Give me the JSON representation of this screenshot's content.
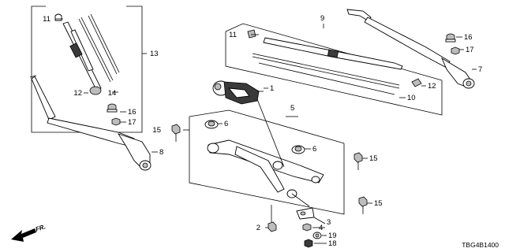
{
  "diagram": {
    "callouts": {
      "c1": "1",
      "c2": "2",
      "c3": "3",
      "c4": "4",
      "c5": "5",
      "c6a": "6",
      "c6b": "6",
      "c7": "7",
      "c8": "8",
      "c9": "9",
      "c10": "10",
      "c11a": "11",
      "c11b": "11",
      "c12a": "12",
      "c12b": "12",
      "c13": "13",
      "c14": "14",
      "c15a": "15",
      "c15b": "15",
      "c15c": "15",
      "c16a": "16",
      "c16b": "16",
      "c17a": "17",
      "c17b": "17",
      "c18": "18",
      "c19": "19"
    },
    "diagram_code": "TBG4B1400",
    "front_indicator": "FR."
  }
}
